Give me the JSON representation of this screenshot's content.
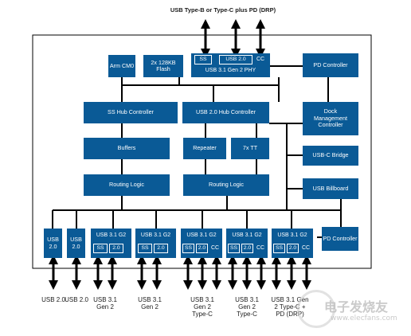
{
  "top_label": "USB Type-B or Type-C plus PD (DRP)",
  "blocks": {
    "arm": "Arm CM0",
    "flash": "2x 128KB Flash",
    "phy_ss": "SS",
    "phy_usb20": "USB 2.0",
    "phy_cc": "CC",
    "phy": "USB 3.1 Gen 2 PHY",
    "pd_top": "PD Controller",
    "ss_hub": "SS Hub Controller",
    "usb20_hub": "USB 2.0 Hub Controller",
    "dock": "Dock Management Controller",
    "buffers": "Buffers",
    "repeater": "Repeater",
    "tt": "7x TT",
    "usbc_bridge": "USB-C Bridge",
    "routing1": "Routing Logic",
    "routing2": "Routing Logic",
    "billboard": "USB Billboard",
    "pd_bottom": "PD Controller"
  },
  "ports": [
    {
      "title": "USB 2.0",
      "subs": []
    },
    {
      "title": "USB 2.0",
      "subs": []
    },
    {
      "title": "USB 3.1 G2",
      "subs": [
        "SS",
        "2.0"
      ]
    },
    {
      "title": "USB 3.1 G2",
      "subs": [
        "SS",
        "2.0"
      ]
    },
    {
      "title": "USB 3.1 G2",
      "subs": [
        "SS",
        "2.0",
        "CC"
      ]
    },
    {
      "title": "USB 3.1 G2",
      "subs": [
        "SS",
        "2.0",
        "CC"
      ]
    },
    {
      "title": "USB 3.1 G2",
      "subs": [
        "SS",
        "2.0",
        "CC"
      ]
    }
  ],
  "bottom_labels": [
    "USB 2.0",
    "USB 2.0",
    "USB 3.1 Gen 2",
    "USB 3.1 Gen 2",
    "USB 3.1 Gen 2 Type-C",
    "USB 3.1 Gen 2 Type-C",
    "USB 3.1 Gen 2 Type-C + PD (DRP)"
  ],
  "watermark": {
    "cn": "电子发烧友",
    "en": "www.elecfans.com"
  },
  "colors": {
    "block": "#0a5a96",
    "line": "#000000"
  }
}
